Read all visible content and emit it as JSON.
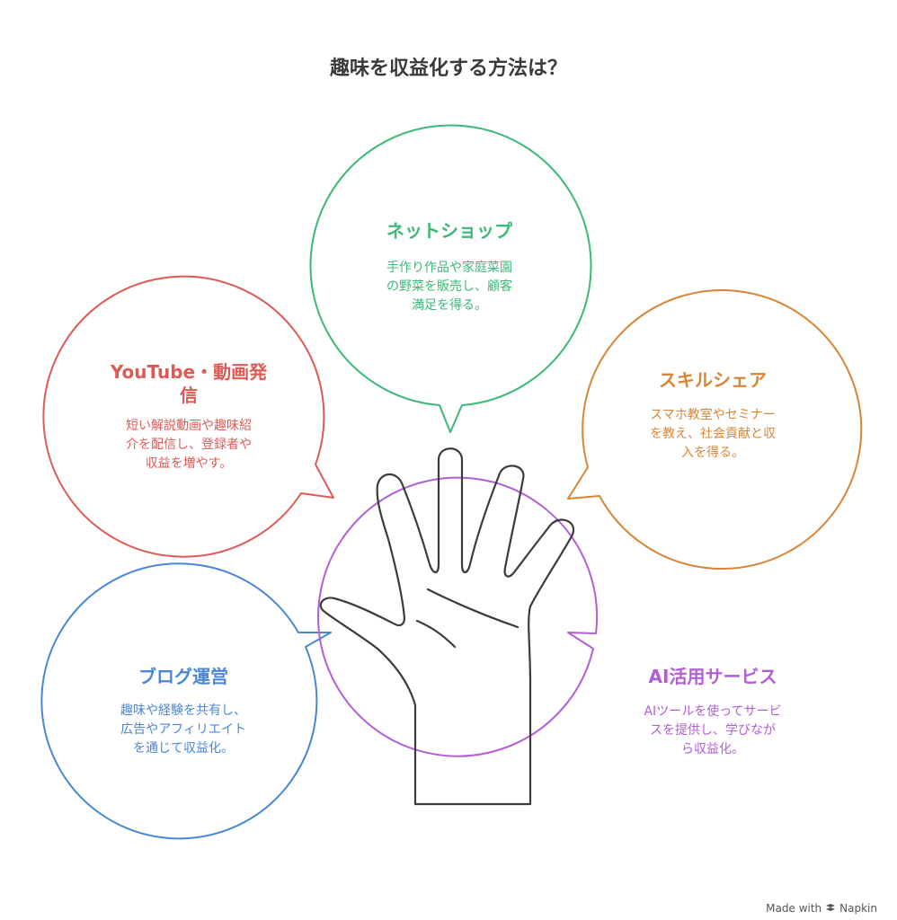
{
  "title": "趣味を収益化する方法は？",
  "bubbles": {
    "net_shop": {
      "heading": "ネットショップ",
      "body": [
        "手作り作品や家庭菜園",
        "の野菜を販売し、顧客",
        "満足を得る。"
      ],
      "color": "#3cb878"
    },
    "youtube": {
      "heading": [
        "YouTube・動画発",
        "信"
      ],
      "body": [
        "短い解説動画や趣味紹",
        "介を配信し、登録者や",
        "収益を増やす。"
      ],
      "color": "#de5a55"
    },
    "skill_share": {
      "heading": "スキルシェア",
      "body": [
        "スマホ教室やセミナー",
        "を教え、社会貢献と収",
        "入を得る。"
      ],
      "color": "#d98536"
    },
    "blog": {
      "heading": "ブログ運営",
      "body": [
        "趣味や経験を共有し、",
        "広告やアフィリエイト",
        "を通じて収益化。"
      ],
      "color": "#4a86d8"
    },
    "ai": {
      "heading": "AI活用サービス",
      "body": [
        "AIツールを使ってサービ",
        "スを提供し、学びなが",
        "ら収益化。"
      ],
      "color": "#b35ed6"
    }
  },
  "icons": {
    "center": "open-hand-icon",
    "brand": "napkin-logo-icon"
  },
  "footer": {
    "made_with": "Made with",
    "brand": "Napkin"
  }
}
